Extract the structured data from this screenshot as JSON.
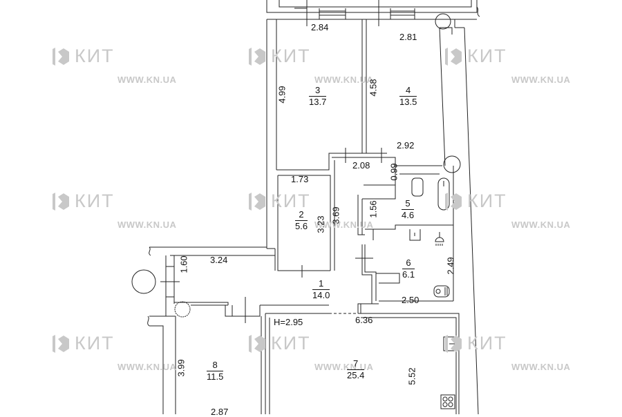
{
  "watermark": {
    "brand": "КИТ",
    "url": "WWW.KN.UA",
    "color": "#c8c8c8",
    "positions": [
      {
        "logo": [
          72,
          66
        ],
        "url": [
          170,
          108
        ]
      },
      {
        "logo": [
          356,
          66
        ],
        "url": [
          455,
          108
        ]
      },
      {
        "logo": [
          640,
          66
        ],
        "url": [
          740,
          108
        ]
      },
      {
        "logo": [
          72,
          276
        ],
        "url": [
          170,
          318
        ]
      },
      {
        "logo": [
          356,
          276
        ],
        "url": [
          455,
          318
        ]
      },
      {
        "logo": [
          640,
          276
        ],
        "url": [
          740,
          318
        ]
      },
      {
        "logo": [
          72,
          482
        ],
        "url": [
          170,
          524
        ]
      },
      {
        "logo": [
          356,
          482
        ],
        "url": [
          455,
          524
        ]
      },
      {
        "logo": [
          640,
          482
        ],
        "url": [
          740,
          524
        ]
      }
    ]
  },
  "ceiling_height": "H=2.95",
  "rooms": [
    {
      "id": "1",
      "number": "1",
      "area": "14.0"
    },
    {
      "id": "2",
      "number": "2",
      "area": "5.6"
    },
    {
      "id": "3",
      "number": "3",
      "area": "13.7"
    },
    {
      "id": "4",
      "number": "4",
      "area": "13.5"
    },
    {
      "id": "5",
      "number": "5",
      "area": "4.6"
    },
    {
      "id": "6",
      "number": "6",
      "area": "6.1"
    },
    {
      "id": "7",
      "number": "7",
      "area": "25.4"
    },
    {
      "id": "8",
      "number": "8",
      "area": "11.5"
    }
  ],
  "dimensions": {
    "room3_width": "2.84",
    "room3_length": "4.99",
    "room4_width_top": "2.81",
    "room4_length": "4.58",
    "room4_width_bottom": "2.92",
    "corridor_width": "2.08",
    "corridor_step": "0.99",
    "room2_width": "1.73",
    "room2_length": "3.23",
    "corridor_length": "3.69",
    "room5_depth": "1.56",
    "room6_length": "2.49",
    "room6_width": "2.50",
    "hall_length": "3.24",
    "hall_width": "1.60",
    "room7_width": "6.36",
    "room7_length": "5.52",
    "room8_length": "3.99",
    "room8_width": "2.87"
  }
}
